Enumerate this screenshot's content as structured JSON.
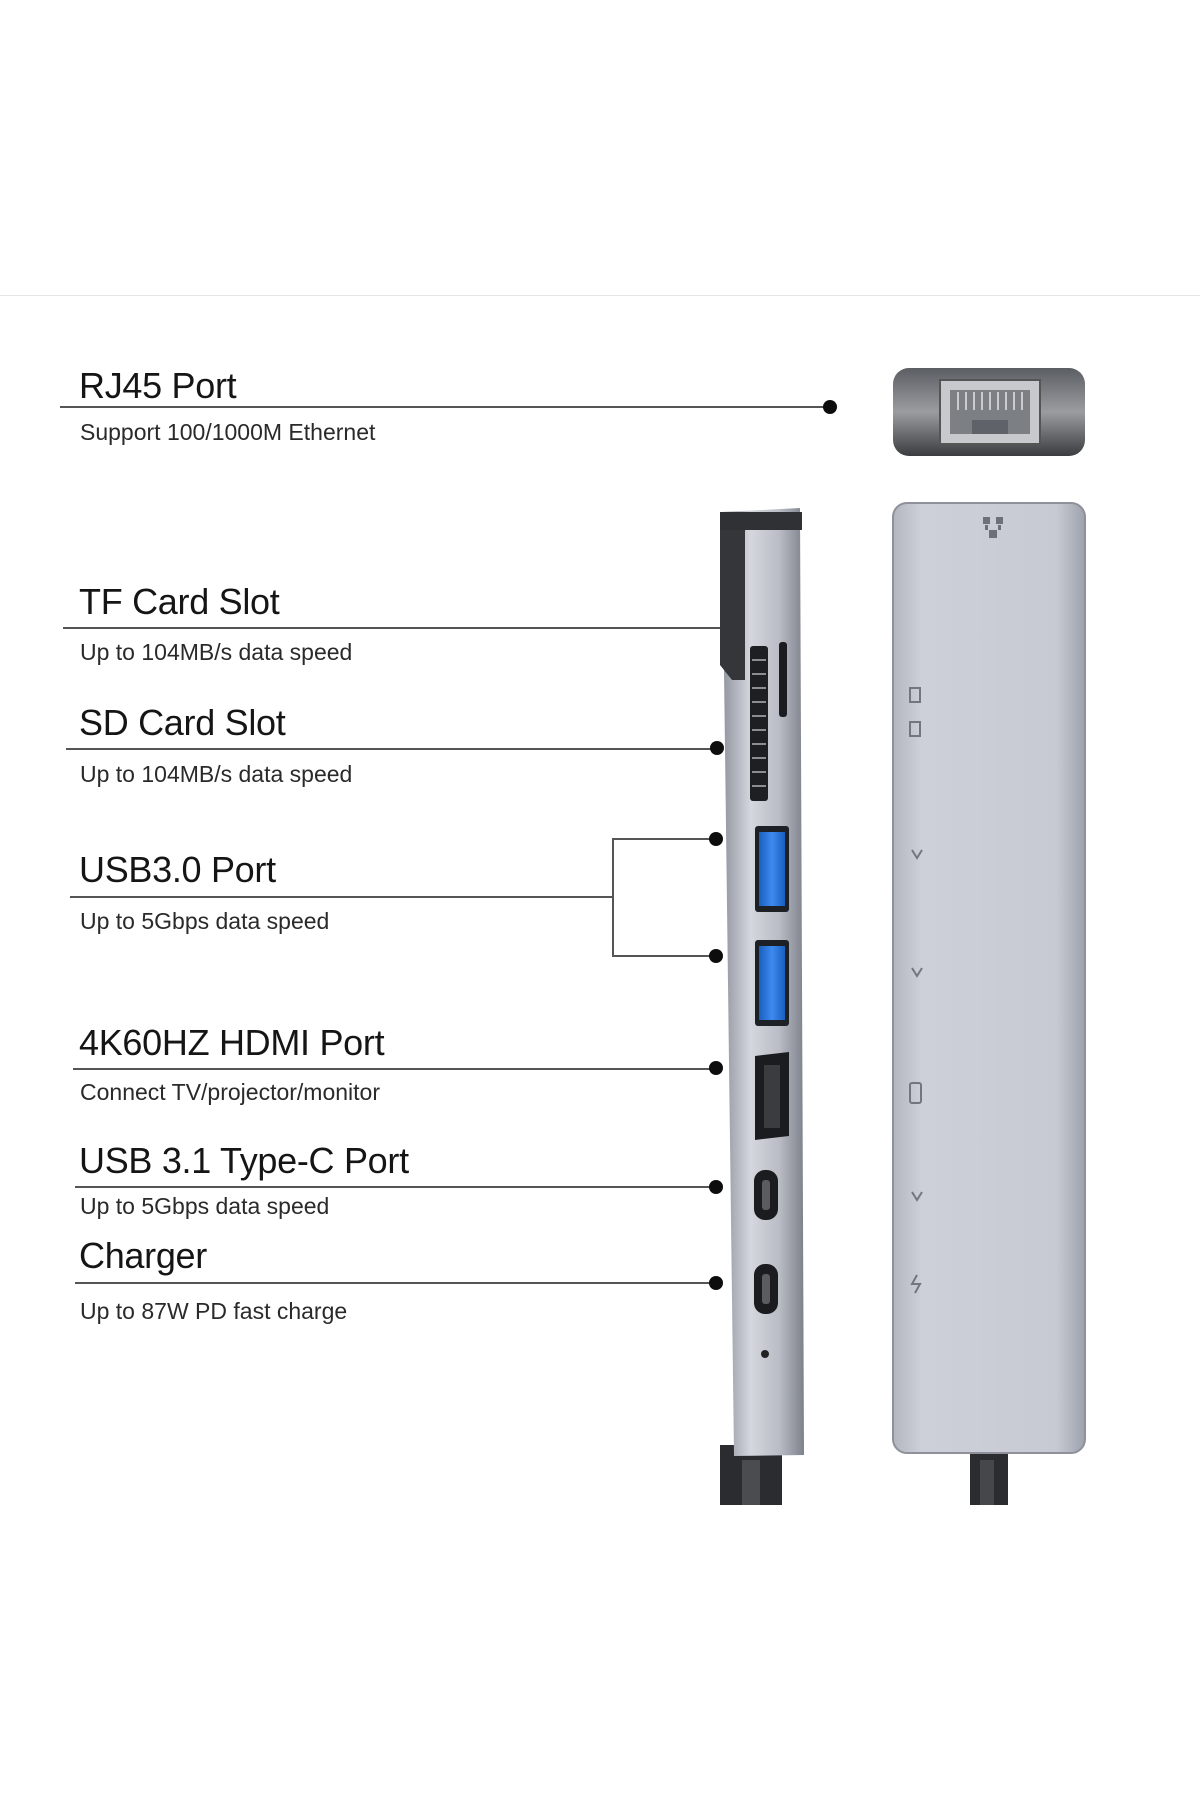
{
  "features": [
    {
      "title": "RJ45 Port",
      "subtitle": "Support 100/1000M Ethernet"
    },
    {
      "title": "TF Card Slot",
      "subtitle": "Up to 104MB/s data speed"
    },
    {
      "title": "SD Card Slot",
      "subtitle": "Up to 104MB/s data speed"
    },
    {
      "title": "USB3.0 Port",
      "subtitle": "Up to 5Gbps data speed"
    },
    {
      "title": "4K60HZ HDMI Port",
      "subtitle": "Connect TV/projector/monitor"
    },
    {
      "title": "USB 3.1 Type-C Port",
      "subtitle": "Up to 5Gbps data speed"
    },
    {
      "title": "Charger",
      "subtitle": "Up to 87W PD fast charge"
    }
  ],
  "colors": {
    "hub_body": "#c9cbd3",
    "usb3_blue": "#1f6fd6",
    "leader": "#555555",
    "dot": "#0d0d0d"
  },
  "icons": [
    "ethernet-icon",
    "sd-card-icon",
    "tf-card-icon",
    "usb-icon",
    "hdmi-icon",
    "usb-c-icon",
    "lightning-icon"
  ]
}
